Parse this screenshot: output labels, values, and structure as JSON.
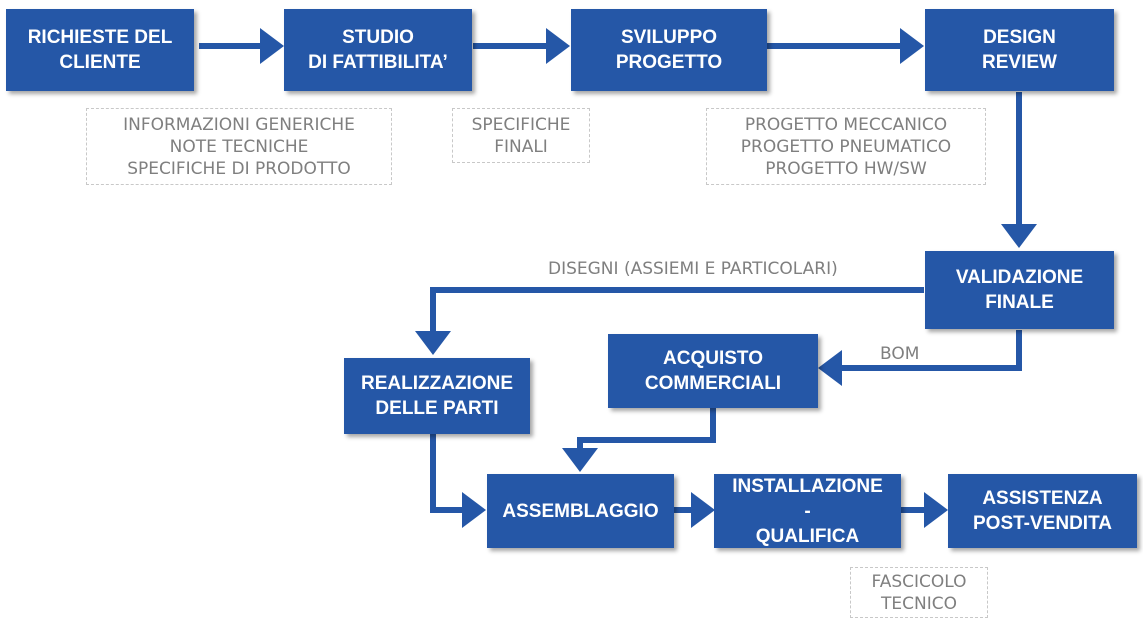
{
  "colors": {
    "box_fill": "#2557a7",
    "arrow": "#2557a7",
    "box_text": "#ffffff",
    "note_text": "#7f7f7f",
    "note_border": "#c8c8c8"
  },
  "steps": {
    "richieste": {
      "line1": "RICHIESTE DEL",
      "line2": "CLIENTE"
    },
    "studio": {
      "line1": "STUDIO",
      "line2": "DI  FATTIBILITA’"
    },
    "sviluppo": {
      "line1": "SVILUPPO",
      "line2": "PROGETTO"
    },
    "design_review": {
      "line1": "DESIGN",
      "line2": "REVIEW"
    },
    "validazione": {
      "line1": "VALIDAZIONE",
      "line2": "FINALE"
    },
    "acquisto": {
      "line1": "ACQUISTO",
      "line2": "COMMERCIALI"
    },
    "realizzazione": {
      "line1": "REALIZZAZIONE",
      "line2": "DELLE PARTI"
    },
    "assemblaggio": {
      "line1": "ASSEMBLAGGIO"
    },
    "installazione": {
      "line1": "INSTALLAZIONE",
      "line2": "-",
      "line3": "QUALIFICA"
    },
    "assistenza": {
      "line1": "ASSISTENZA",
      "line2": "POST-VENDITA"
    }
  },
  "notes": {
    "cliente": {
      "line1": "INFORMAZIONI GENERICHE",
      "line2": "NOTE TECNICHE",
      "line3": "SPECIFICHE DI PRODOTTO"
    },
    "studio": {
      "line1": "SPECIFICHE",
      "line2": "FINALI"
    },
    "sviluppo": {
      "line1": "PROGETTO MECCANICO",
      "line2": "PROGETTO PNEUMATICO",
      "line3": "PROGETTO HW/SW"
    },
    "installazione": {
      "line1": "FASCICOLO",
      "line2": "TECNICO"
    }
  },
  "flow_labels": {
    "disegni": "DISEGNI (ASSIEMI E PARTICOLARI)",
    "bom": "BOM"
  }
}
